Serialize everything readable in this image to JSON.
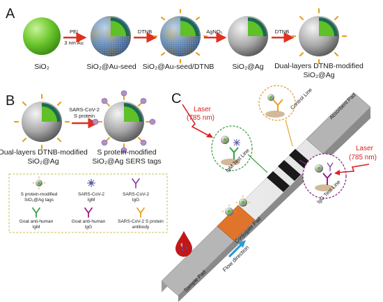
{
  "panels": {
    "a": "A",
    "b": "B",
    "c": "C"
  },
  "panel_a": {
    "steps": [
      {
        "label": "SiO₂"
      },
      {
        "label": "SiO₂@Au-seed"
      },
      {
        "label": "SiO₂@Au-seed/DTNB"
      },
      {
        "label": "SiO₂@Ag"
      },
      {
        "label": "Dual-layers DTNB-modified",
        "label2": "SiO₂@Ag"
      }
    ],
    "arrows": [
      {
        "top": "PEI",
        "bottom": "3 nm Au"
      },
      {
        "top": "DTNB"
      },
      {
        "top": "AgNO₃"
      },
      {
        "top": "DTNB"
      }
    ]
  },
  "panel_b": {
    "left": {
      "line1": "Dual-layers DTNB-modified",
      "line2": "SiO₂@Ag"
    },
    "arrow": {
      "line1": "SARS-CoV-2",
      "line2": "S protein"
    },
    "right": {
      "line1": "S protein-modified",
      "line2": "SiO₂@Ag SERS tags"
    }
  },
  "legend": [
    {
      "line1": "S protein-modified",
      "line2": "SiO₂@Ag tags",
      "icon": "sers-tag-icon",
      "color": "#e8a020"
    },
    {
      "line1": "SARS-CoV-2",
      "line2": "IgM",
      "icon": "igm-icon",
      "color": "#5a5aa8"
    },
    {
      "line1": "SARS-CoV-2",
      "line2": "IgG",
      "icon": "igg-icon",
      "color": "#8a3aa0"
    },
    {
      "line1": "Goat anti-human",
      "line2": "IgM",
      "icon": "anti-igm-icon",
      "color": "#3aa04a"
    },
    {
      "line1": "Goat anti-human",
      "line2": "IgG",
      "icon": "anti-igg-icon",
      "color": "#9a1a8a"
    },
    {
      "line1": "SARS-CoV-2 S protein",
      "line2": "antibody",
      "icon": "s-antibody-icon",
      "color": "#e8a020"
    }
  ],
  "panel_c": {
    "laser_left": {
      "line1": "Laser",
      "line2": "(785 nm)"
    },
    "laser_right": {
      "line1": "Laser",
      "line2": "(785 nm)"
    },
    "control_line": "Control Line",
    "absorbent_pad": "Absorbent Pad",
    "igm_test_line": "IgM Test Line",
    "igg_test_line": "IgG Test Line",
    "conjugate_pad": "Conjugate Pad",
    "sample_pad": "Sample Pad",
    "flow_direction": "Flow direction"
  },
  "colors": {
    "arrow_red": "#e03020",
    "laser_red": "#d82020",
    "silica_green": "#5fc028",
    "legend_border": "#c8c050",
    "igm_circle": "#3aa040",
    "control_circle": "#e8a030",
    "igg_circle": "#8a2a8a",
    "conjugate_orange": "#e0742a",
    "flow_blue": "#2a9ad8"
  }
}
